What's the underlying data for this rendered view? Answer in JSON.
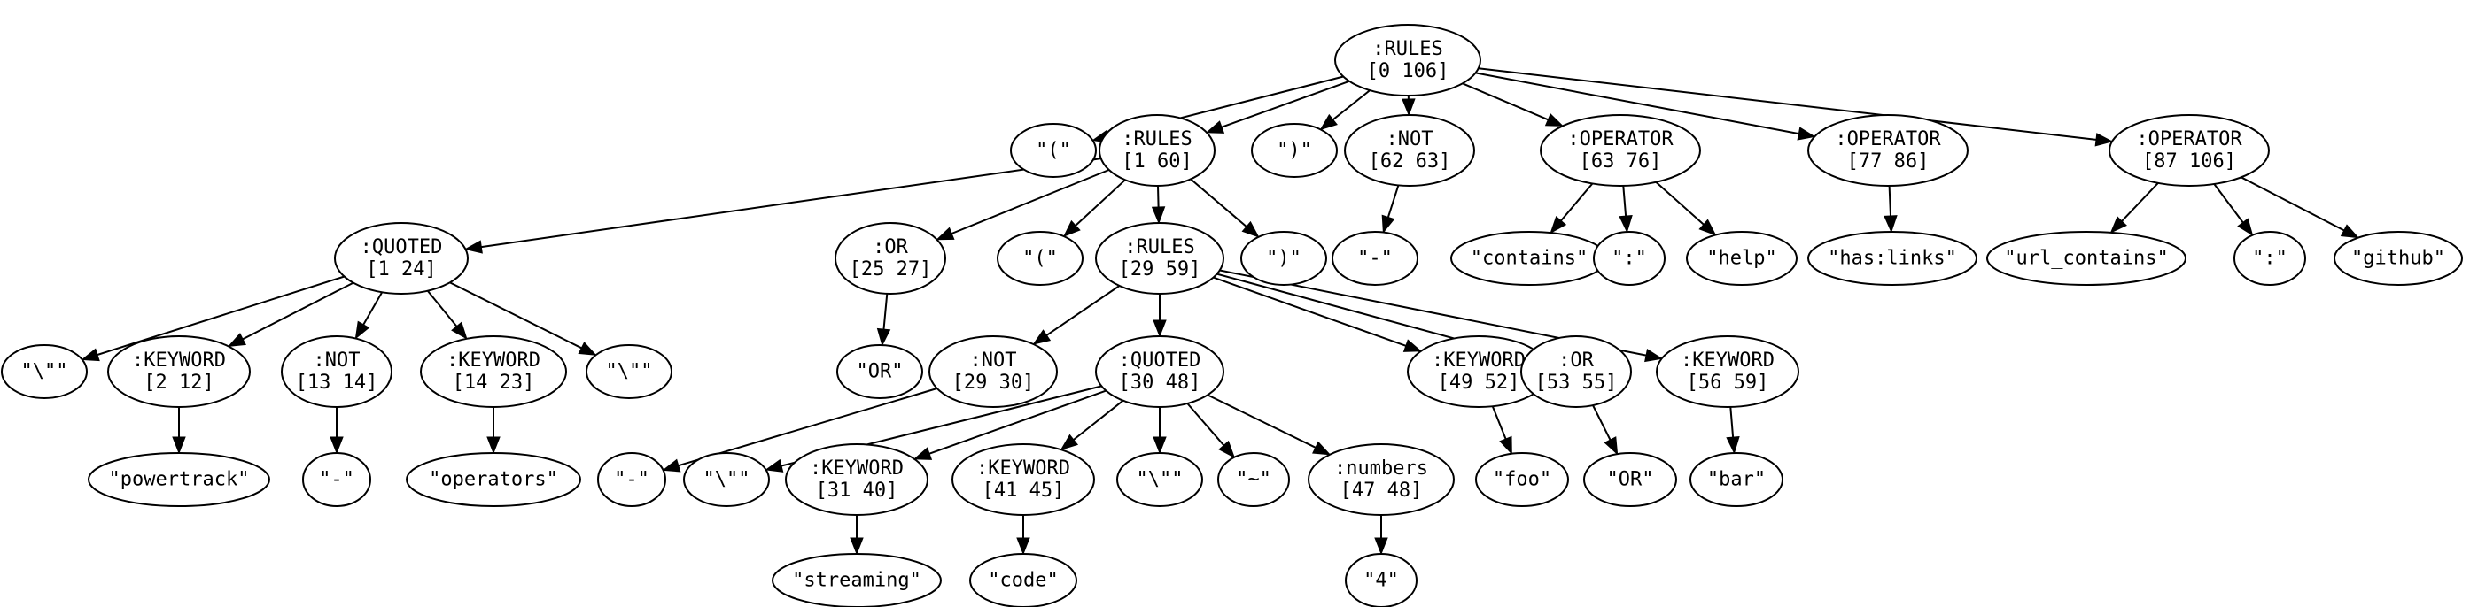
{
  "nodes": [
    {
      "id": "n0",
      "lines": [
        ":RULES",
        "[0 106]"
      ]
    },
    {
      "id": "n1",
      "lines": [
        "\"(\""
      ]
    },
    {
      "id": "n2",
      "lines": [
        ":RULES",
        "[1 60]"
      ]
    },
    {
      "id": "n3",
      "lines": [
        "\")\""
      ]
    },
    {
      "id": "n4",
      "lines": [
        ":NOT",
        "[62 63]"
      ]
    },
    {
      "id": "n5",
      "lines": [
        ":OPERATOR",
        "[63 76]"
      ]
    },
    {
      "id": "n6",
      "lines": [
        ":OPERATOR",
        "[77 86]"
      ]
    },
    {
      "id": "n7",
      "lines": [
        ":OPERATOR",
        "[87 106]"
      ]
    },
    {
      "id": "n8",
      "lines": [
        ":QUOTED",
        "[1 24]"
      ]
    },
    {
      "id": "n9",
      "lines": [
        ":OR",
        "[25 27]"
      ]
    },
    {
      "id": "n10",
      "lines": [
        "\"(\""
      ]
    },
    {
      "id": "n11",
      "lines": [
        ":RULES",
        "[29 59]"
      ]
    },
    {
      "id": "n12",
      "lines": [
        "\")\""
      ]
    },
    {
      "id": "n13",
      "lines": [
        "\"-\""
      ]
    },
    {
      "id": "n14",
      "lines": [
        "\"contains\""
      ]
    },
    {
      "id": "n15",
      "lines": [
        "\":\""
      ]
    },
    {
      "id": "n16",
      "lines": [
        "\"help\""
      ]
    },
    {
      "id": "n17",
      "lines": [
        "\"has:links\""
      ]
    },
    {
      "id": "n18",
      "lines": [
        "\"url_contains\""
      ]
    },
    {
      "id": "n19",
      "lines": [
        "\":\""
      ]
    },
    {
      "id": "n20",
      "lines": [
        "\"github\""
      ]
    },
    {
      "id": "n21",
      "lines": [
        "\"\\\"\""
      ]
    },
    {
      "id": "n22",
      "lines": [
        ":KEYWORD",
        "[2 12]"
      ]
    },
    {
      "id": "n23",
      "lines": [
        ":NOT",
        "[13 14]"
      ]
    },
    {
      "id": "n24",
      "lines": [
        ":KEYWORD",
        "[14 23]"
      ]
    },
    {
      "id": "n25",
      "lines": [
        "\"\\\"\""
      ]
    },
    {
      "id": "n26",
      "lines": [
        "\"OR\""
      ]
    },
    {
      "id": "n27",
      "lines": [
        ":NOT",
        "[29 30]"
      ]
    },
    {
      "id": "n28",
      "lines": [
        ":QUOTED",
        "[30 48]"
      ]
    },
    {
      "id": "n29",
      "lines": [
        ":KEYWORD",
        "[49 52]"
      ]
    },
    {
      "id": "n30",
      "lines": [
        ":OR",
        "[53 55]"
      ]
    },
    {
      "id": "n31",
      "lines": [
        ":KEYWORD",
        "[56 59]"
      ]
    },
    {
      "id": "n32",
      "lines": [
        "\"powertrack\""
      ]
    },
    {
      "id": "n33",
      "lines": [
        "\"-\""
      ]
    },
    {
      "id": "n34",
      "lines": [
        "\"operators\""
      ]
    },
    {
      "id": "n35",
      "lines": [
        "\"-\""
      ]
    },
    {
      "id": "n36",
      "lines": [
        "\"\\\"\""
      ]
    },
    {
      "id": "n37",
      "lines": [
        ":KEYWORD",
        "[31 40]"
      ]
    },
    {
      "id": "n38",
      "lines": [
        ":KEYWORD",
        "[41 45]"
      ]
    },
    {
      "id": "n39",
      "lines": [
        "\"\\\"\""
      ]
    },
    {
      "id": "n40",
      "lines": [
        "\"~\""
      ]
    },
    {
      "id": "n41",
      "lines": [
        ":numbers",
        "[47 48]"
      ]
    },
    {
      "id": "n42",
      "lines": [
        "\"foo\""
      ]
    },
    {
      "id": "n43",
      "lines": [
        "\"OR\""
      ]
    },
    {
      "id": "n44",
      "lines": [
        "\"bar\""
      ]
    },
    {
      "id": "n45",
      "lines": [
        "\"streaming\""
      ]
    },
    {
      "id": "n46",
      "lines": [
        "\"code\""
      ]
    },
    {
      "id": "n47",
      "lines": [
        "\"4\""
      ]
    }
  ],
  "edges": [
    [
      "n0",
      "n1"
    ],
    [
      "n0",
      "n2"
    ],
    [
      "n0",
      "n3"
    ],
    [
      "n0",
      "n4"
    ],
    [
      "n0",
      "n5"
    ],
    [
      "n0",
      "n6"
    ],
    [
      "n0",
      "n7"
    ],
    [
      "n2",
      "n8"
    ],
    [
      "n2",
      "n9"
    ],
    [
      "n2",
      "n10"
    ],
    [
      "n2",
      "n11"
    ],
    [
      "n2",
      "n12"
    ],
    [
      "n4",
      "n13"
    ],
    [
      "n5",
      "n14"
    ],
    [
      "n5",
      "n15"
    ],
    [
      "n5",
      "n16"
    ],
    [
      "n6",
      "n17"
    ],
    [
      "n7",
      "n18"
    ],
    [
      "n7",
      "n19"
    ],
    [
      "n7",
      "n20"
    ],
    [
      "n8",
      "n21"
    ],
    [
      "n8",
      "n22"
    ],
    [
      "n8",
      "n23"
    ],
    [
      "n8",
      "n24"
    ],
    [
      "n8",
      "n25"
    ],
    [
      "n9",
      "n26"
    ],
    [
      "n11",
      "n27"
    ],
    [
      "n11",
      "n28"
    ],
    [
      "n11",
      "n29"
    ],
    [
      "n11",
      "n30"
    ],
    [
      "n11",
      "n31"
    ],
    [
      "n22",
      "n32"
    ],
    [
      "n23",
      "n33"
    ],
    [
      "n24",
      "n34"
    ],
    [
      "n27",
      "n35"
    ],
    [
      "n28",
      "n36"
    ],
    [
      "n28",
      "n37"
    ],
    [
      "n28",
      "n38"
    ],
    [
      "n28",
      "n39"
    ],
    [
      "n28",
      "n40"
    ],
    [
      "n28",
      "n41"
    ],
    [
      "n29",
      "n42"
    ],
    [
      "n30",
      "n43"
    ],
    [
      "n31",
      "n44"
    ],
    [
      "n37",
      "n45"
    ],
    [
      "n38",
      "n46"
    ],
    [
      "n41",
      "n47"
    ]
  ]
}
